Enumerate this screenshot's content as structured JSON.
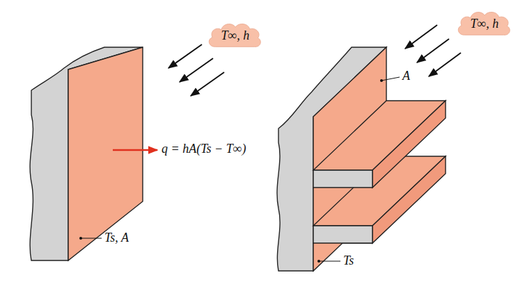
{
  "diagram": {
    "nodes": [
      {
        "text": [
          "T∞, h"
        ]
      },
      {
        "text": [
          "T∞, h"
        ]
      }
    ],
    "labels": [
      "q = hA(Ts − T∞)",
      "Ts, A",
      "A",
      "Ts"
    ]
  }
}
